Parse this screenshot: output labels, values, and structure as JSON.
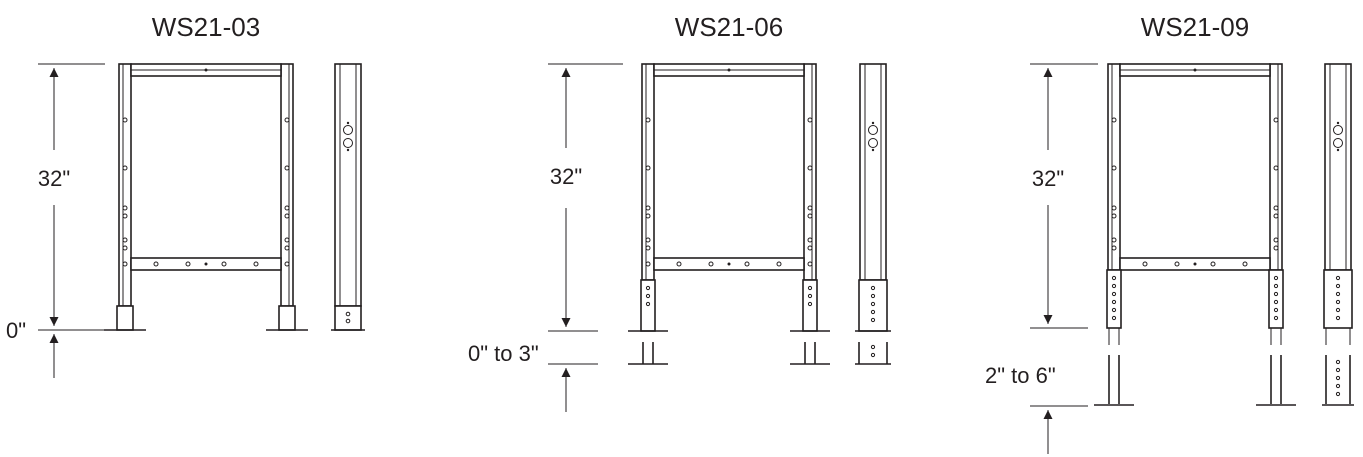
{
  "stands": [
    {
      "title": "WS21-03",
      "height_label": "32\"",
      "adjust_label": "0\""
    },
    {
      "title": "WS21-06",
      "height_label": "32\"",
      "adjust_label": "0\" to 3\""
    },
    {
      "title": "WS21-09",
      "height_label": "32\"",
      "adjust_label": "2\" to 6\""
    }
  ]
}
